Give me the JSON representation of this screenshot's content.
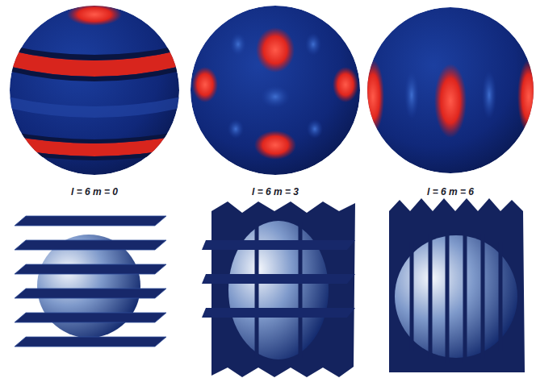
{
  "diagram": {
    "labels": [
      "l = 6 m = 0",
      "l = 6 m = 3",
      "l = 6 m = 6"
    ]
  }
}
